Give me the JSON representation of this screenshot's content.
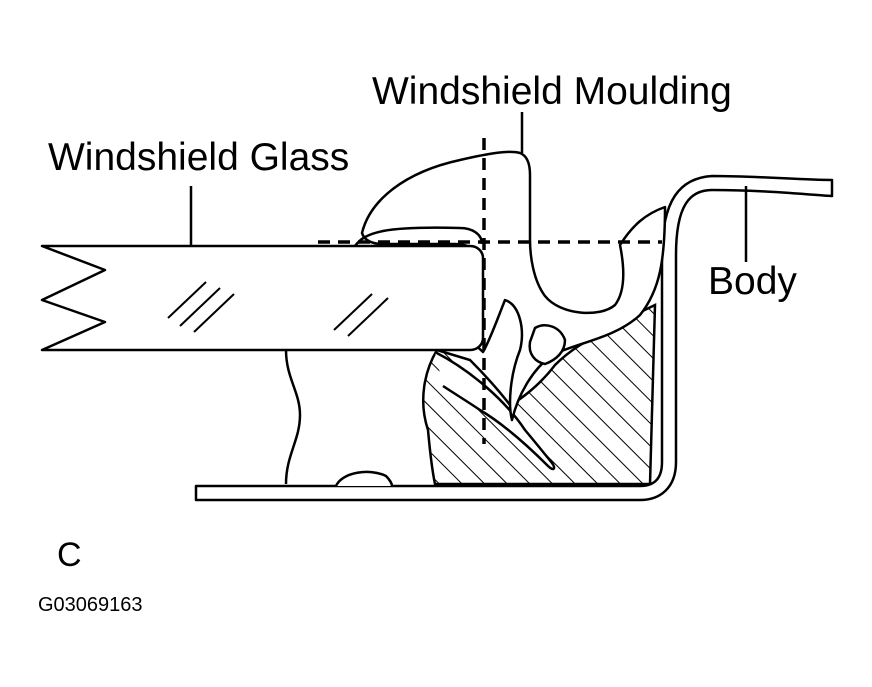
{
  "labels": {
    "windshield_moulding": "Windshield Moulding",
    "windshield_glass": "Windshield Glass",
    "body": "Body"
  },
  "view_letter": "C",
  "figure_code": "G03069163",
  "colors": {
    "ink": "#000000",
    "background": "#ffffff"
  }
}
